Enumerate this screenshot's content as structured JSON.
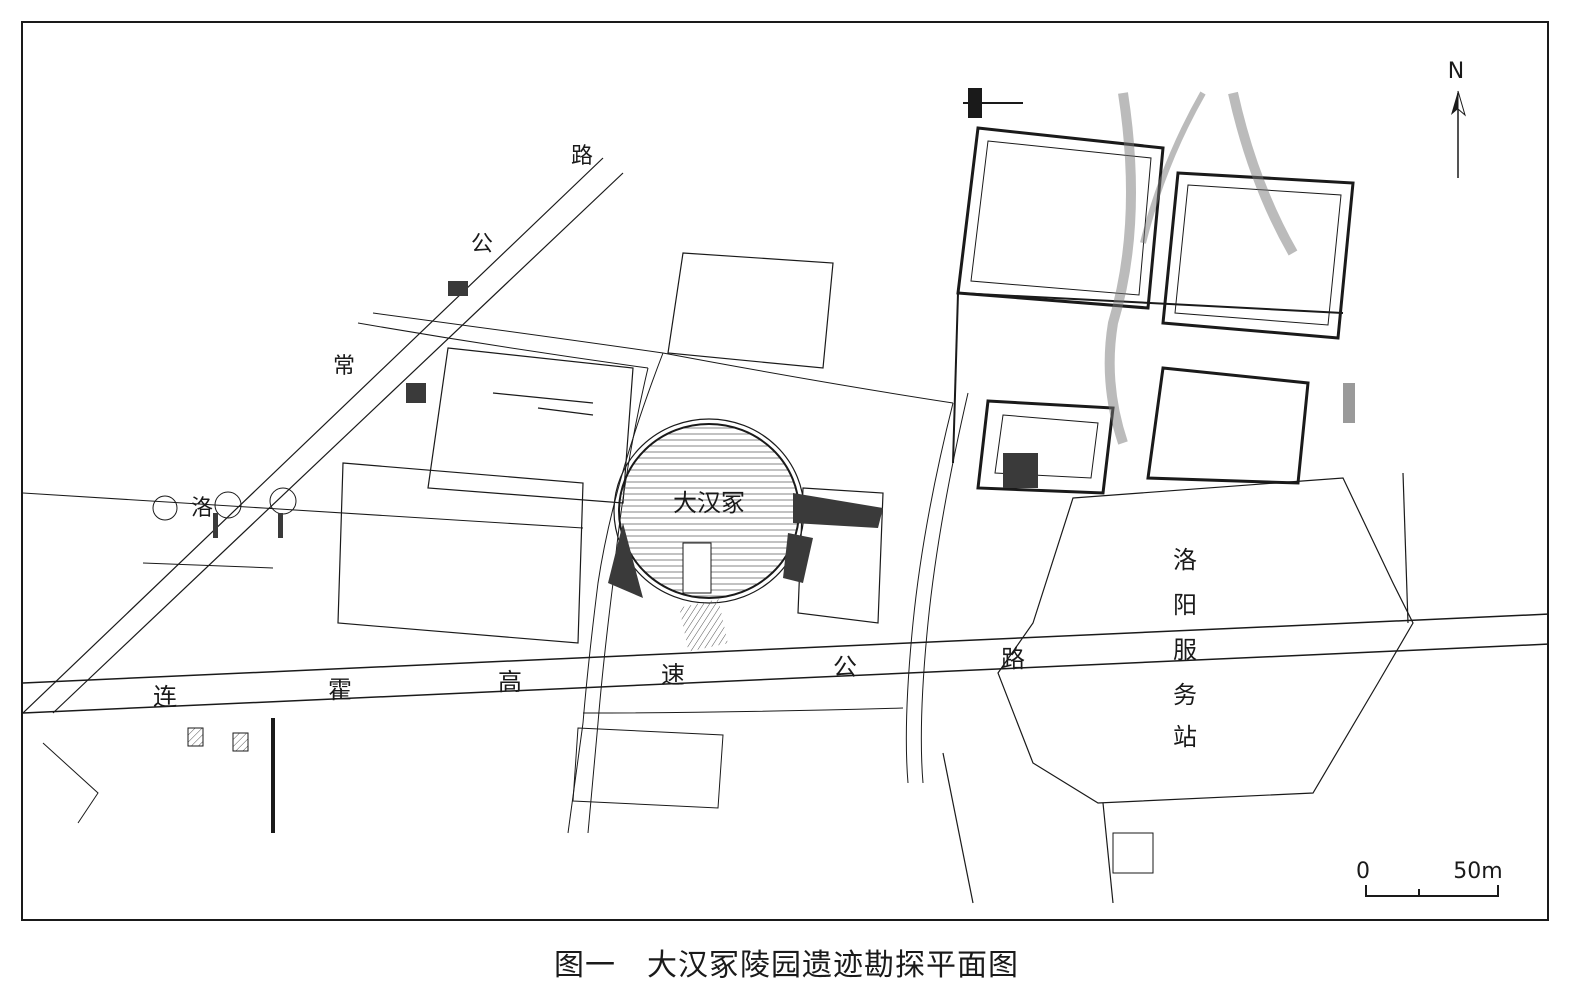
{
  "caption": "图一　大汉冢陵园遗迹勘探平面图",
  "labels": {
    "mound": "大汉冢",
    "road_cl_1": "常",
    "road_cl_2": "公",
    "road_cl_3": "路",
    "road_cl_4": "洛",
    "hw_1": "连",
    "hw_2": "霍",
    "hw_3": "高",
    "hw_4": "速",
    "hw_5": "公",
    "hw_6": "路",
    "sa_1": "洛",
    "sa_2": "阳",
    "sa_3": "服",
    "sa_4": "务",
    "sa_5": "站"
  },
  "north": "N",
  "scale": {
    "start": "0",
    "end": "50m"
  },
  "colors": {
    "ink": "#1a1a1a",
    "fill_dark": "#3a3a3a",
    "fill_gray": "#9a9a9a",
    "hatch": "#555555"
  },
  "icons": {
    "north_arrow": "north-arrow-icon"
  }
}
